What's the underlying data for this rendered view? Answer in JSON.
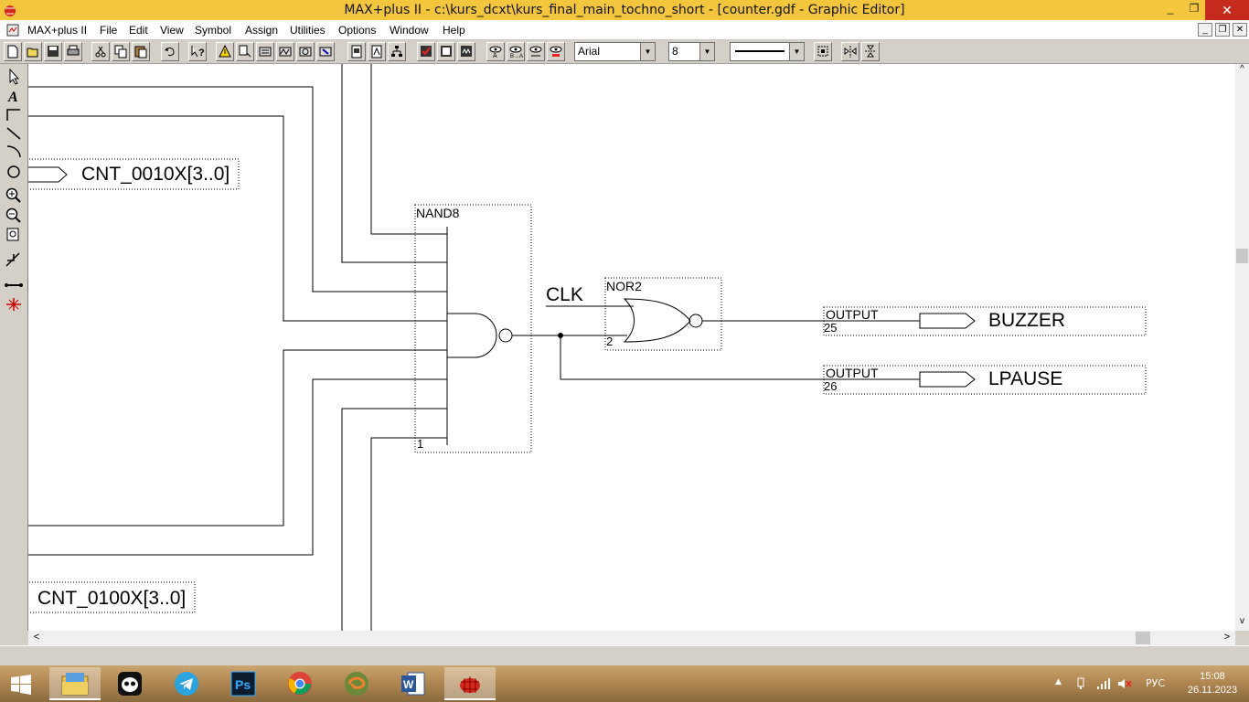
{
  "window": {
    "title": "MAX+plus II - c:\\kurs_dcxt\\kurs_final_main_tochno_short - [counter.gdf - Graphic Editor]",
    "minimize": "_",
    "maximize": "❐",
    "close": "✕"
  },
  "menubar": {
    "items": [
      "MAX+plus II",
      "File",
      "Edit",
      "View",
      "Symbol",
      "Assign",
      "Utilities",
      "Options",
      "Window",
      "Help"
    ],
    "mdi_min": "_",
    "mdi_restore": "❐",
    "mdi_close": "✕"
  },
  "toolbar": {
    "font_name": "Arial",
    "font_size": "8"
  },
  "schematic": {
    "pin_top_label": "CNT_0010X[3..0]",
    "pin_bottom_label": "CNT_0100X[3..0]",
    "nand_label": "NAND8",
    "nand_instance": "1",
    "nor_label": "NOR2",
    "nor_instance": "2",
    "clk_label": "CLK",
    "out1": {
      "type": "OUTPUT",
      "pin": "25",
      "name": "BUZZER"
    },
    "out2": {
      "type": "OUTPUT",
      "pin": "26",
      "name": "LPAUSE"
    }
  },
  "scroll": {
    "left_arrow": "<",
    "right_arrow": ">",
    "up_arrow": "^",
    "down_arrow": "v"
  },
  "taskbar": {
    "language": "РУС",
    "time": "15:08",
    "date": "26.11.2023",
    "apps": [
      "file-explorer",
      "ghost-app",
      "telegram",
      "photoshop",
      "chrome",
      "app-swirl",
      "word",
      "maxplus"
    ]
  }
}
